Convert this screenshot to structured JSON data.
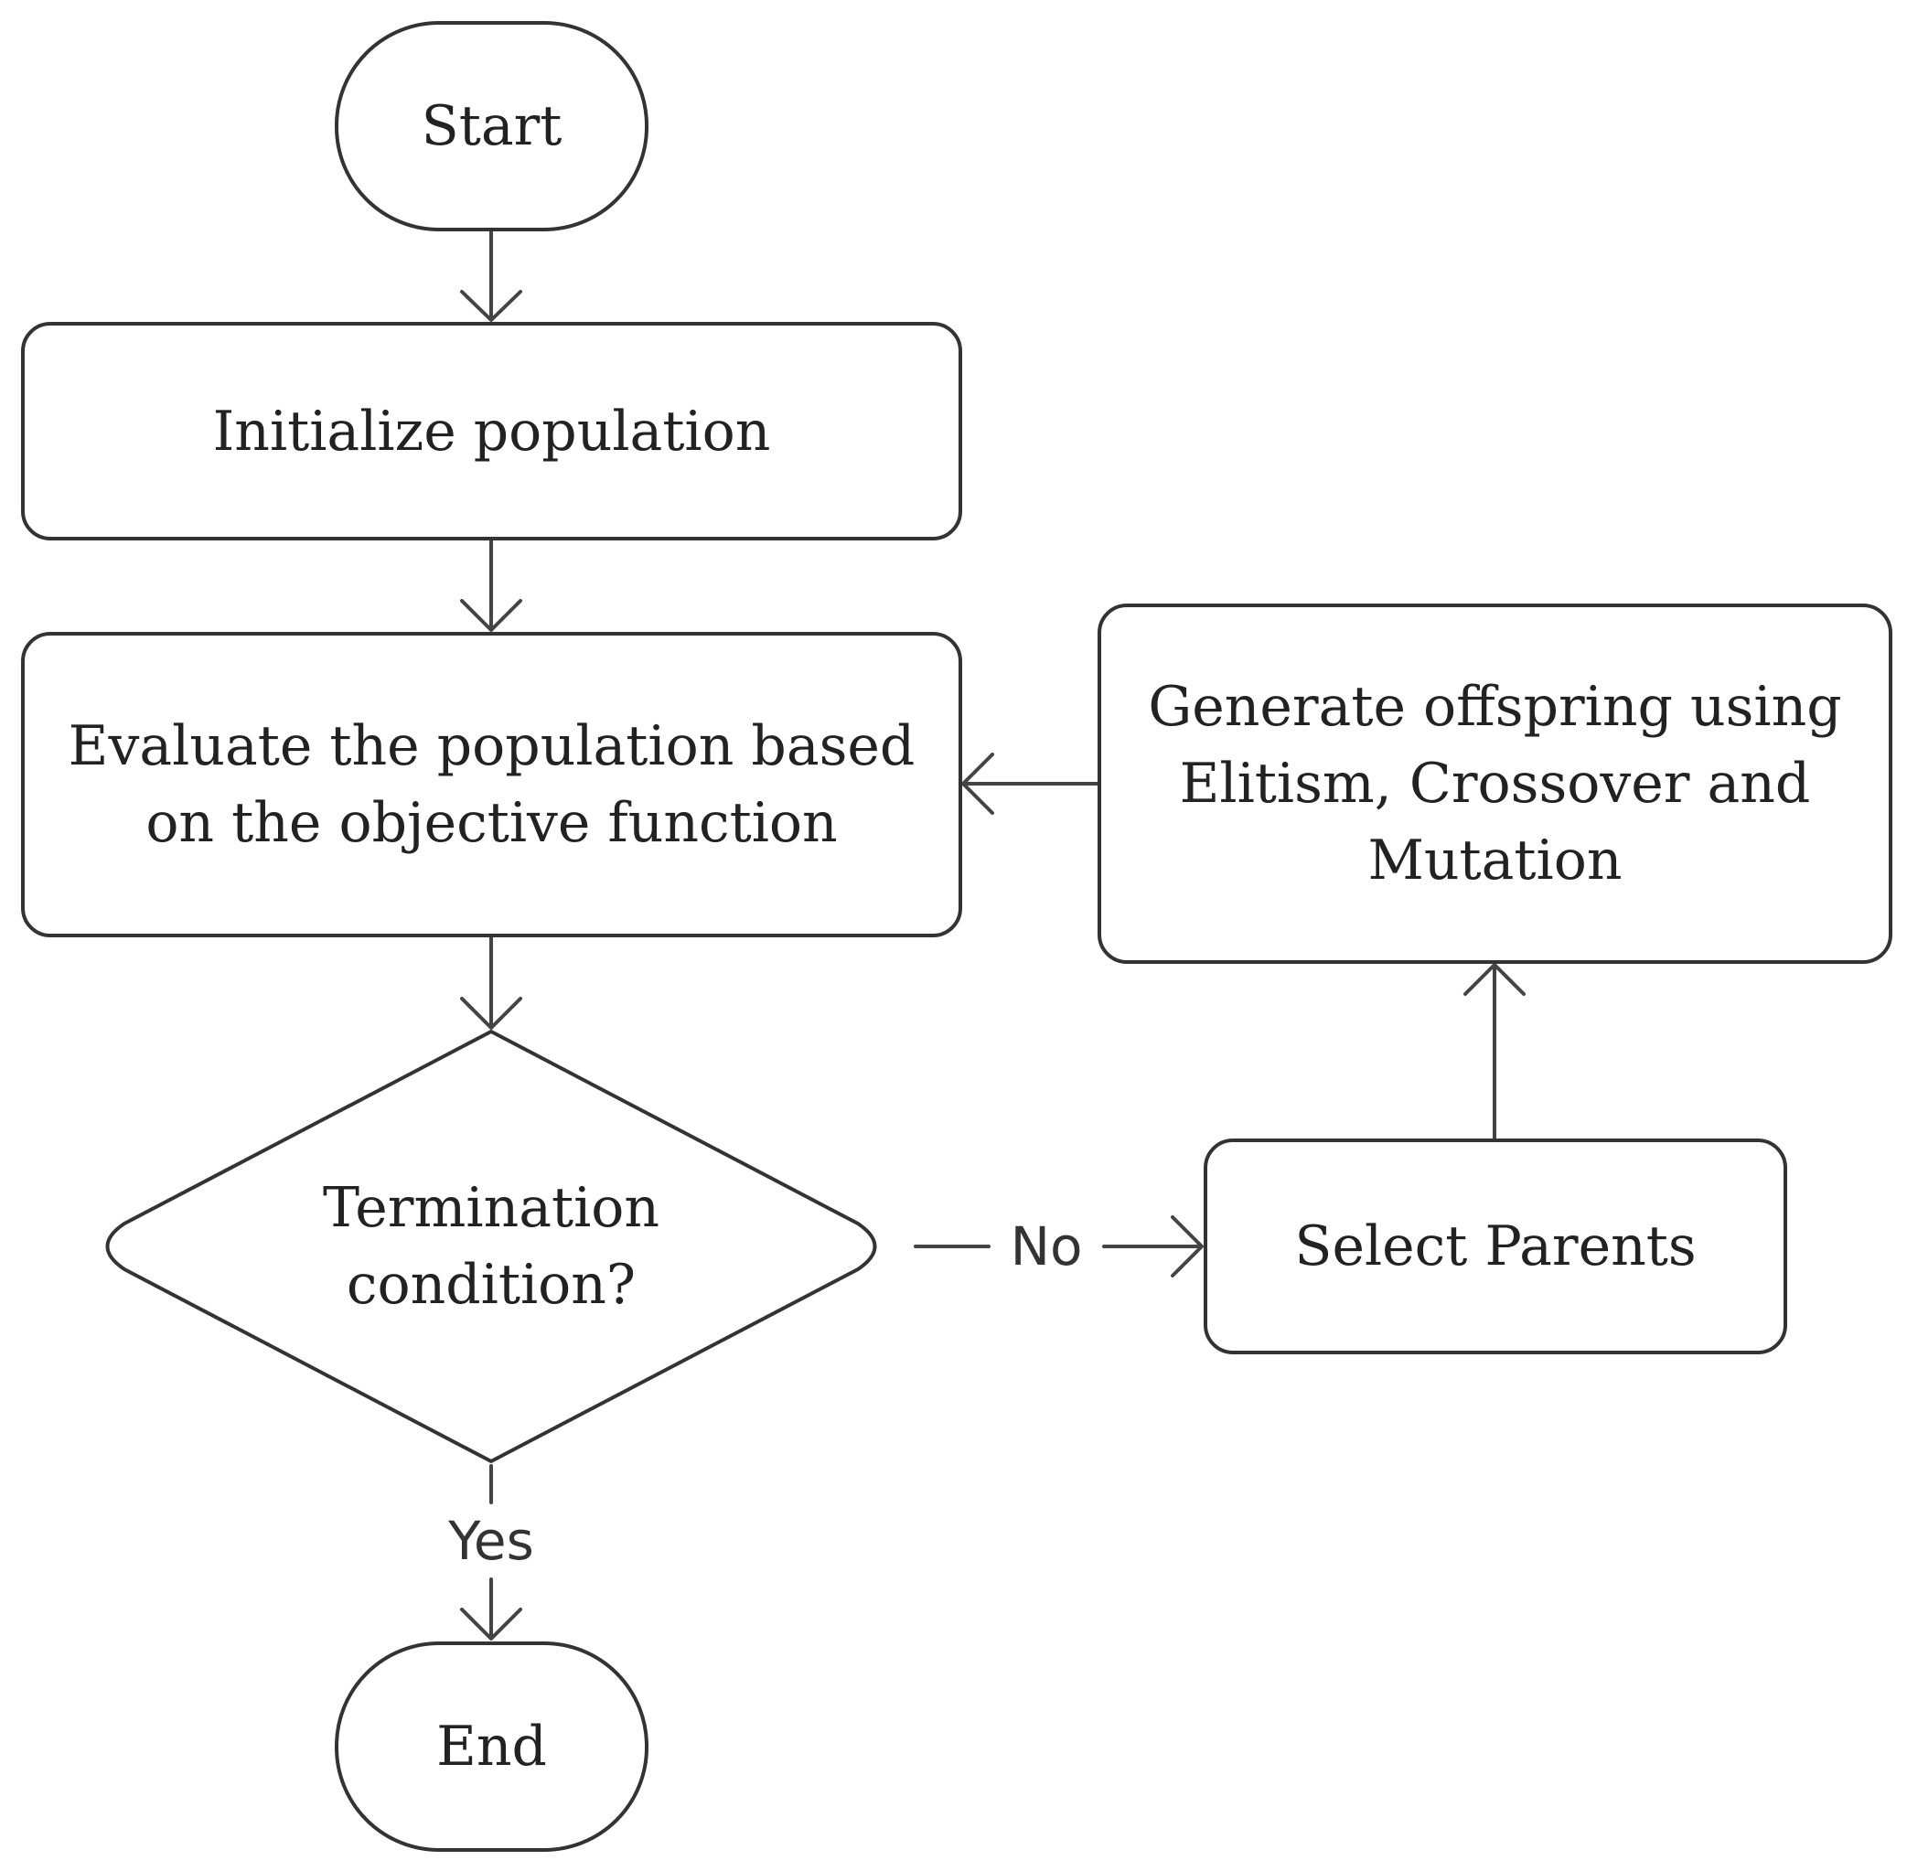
{
  "nodes": {
    "start": "Start",
    "initialize": "Initialize population",
    "evaluate": "Evaluate the population based\non the objective function",
    "termination": "Termination\ncondition?",
    "select_parents": "Select Parents",
    "generate_offspring": "Generate offspring using\nElitism, Crossover and\nMutation",
    "end": "End"
  },
  "edge_labels": {
    "no": "No",
    "yes": "Yes"
  },
  "colors": {
    "stroke": "#333333",
    "text": "#222222",
    "background": "#ffffff"
  }
}
